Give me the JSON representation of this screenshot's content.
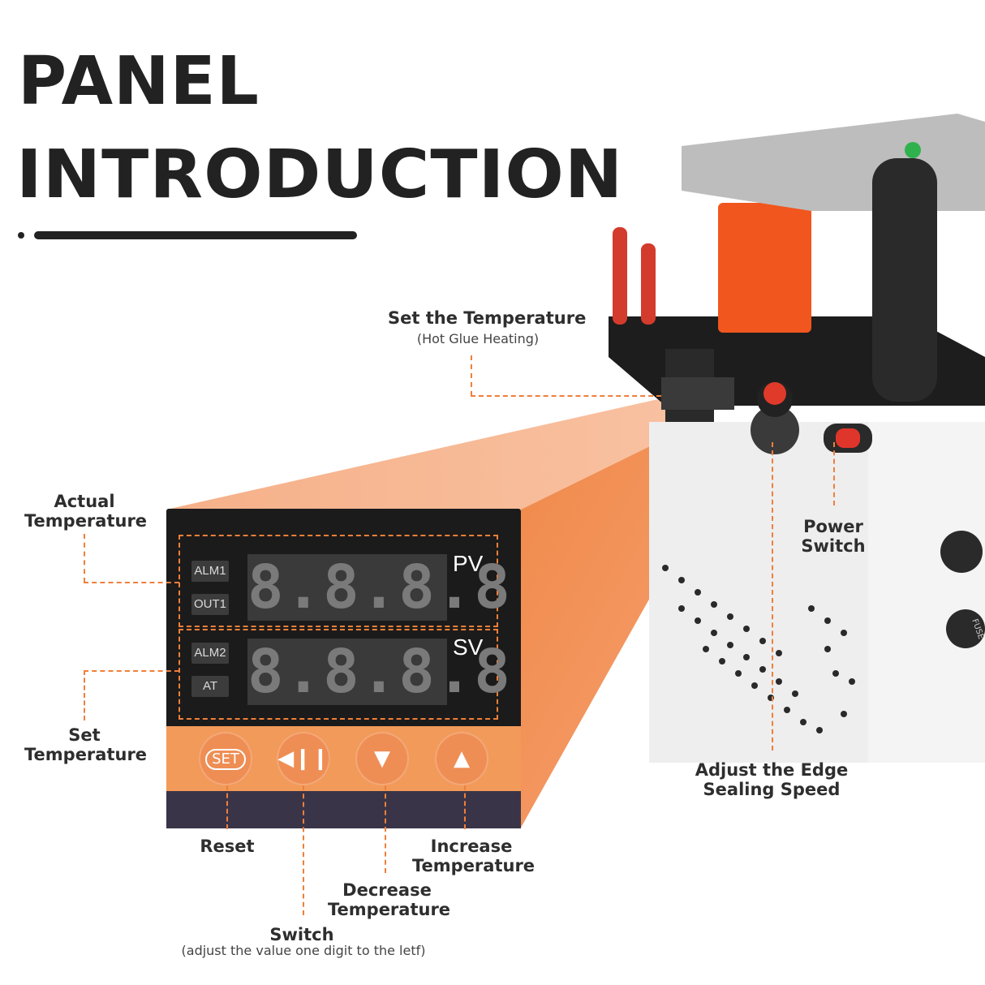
{
  "title": {
    "line1": "PANEL",
    "line2": "INTRODUCTION"
  },
  "labels": {
    "set_temp_top": "Set the Temperature",
    "set_temp_top_sub": "(Hot Glue Heating)",
    "actual_temp_1": "Actual",
    "actual_temp_2": "Temperature",
    "set_temp_1": "Set",
    "set_temp_2": "Temperature",
    "power_1": "Power",
    "power_2": "Switch",
    "speed_1": "Adjust the Edge",
    "speed_2": "Sealing Speed",
    "reset": "Reset",
    "increase_1": "Increase",
    "increase_2": "Temperature",
    "decrease_1": "Decrease",
    "decrease_2": "Temperature",
    "switch": "Switch",
    "switch_sub": "(adjust the value one digit to the letf)"
  },
  "controller": {
    "pv_label": "PV",
    "sv_label": "SV",
    "alm1": "ALM1",
    "out1": "OUT1",
    "alm2": "ALM2",
    "at": "AT",
    "pv_digits": "8.8.8.8",
    "sv_digits": "8.8.8.8",
    "set_key": "SET",
    "keys": [
      "set-key",
      "shift-left-icon",
      "down-arrow-icon",
      "up-arrow-icon"
    ]
  },
  "machine": {
    "fuse_text": "FUSE"
  },
  "colors": {
    "accent": "#f07f3a",
    "panel": "#1b1b1b",
    "keypad": "#f29a5a"
  }
}
